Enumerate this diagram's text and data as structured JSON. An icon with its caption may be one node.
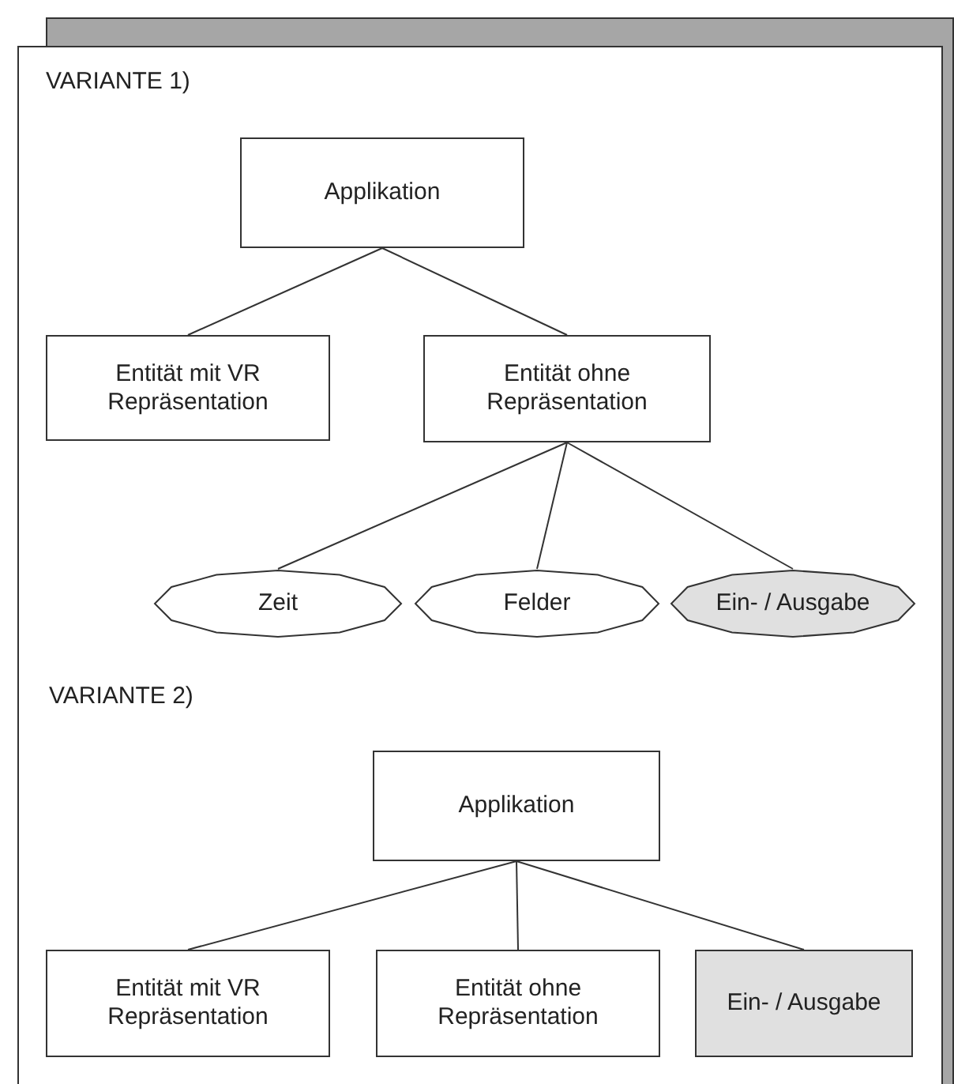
{
  "diagram": {
    "nodes": [
      {
        "text": [
          "Applikation"
        ]
      },
      {
        "text": [
          "Entität mit VR Repräsentation"
        ]
      },
      {
        "text": [
          "Entität ohne Repräsentation"
        ]
      },
      {
        "text": [
          "Zeit"
        ]
      },
      {
        "text": [
          "Felder"
        ]
      },
      {
        "text": [
          "Ein- / Ausgabe"
        ]
      },
      {
        "text": [
          "Applikation"
        ]
      },
      {
        "text": [
          "Entität mit VR Repräsentation"
        ]
      },
      {
        "text": [
          "Entität ohne Repräsentation"
        ]
      },
      {
        "text": [
          "Ein- / Ausgabe"
        ]
      }
    ],
    "edges": [
      {
        "from": 0,
        "to": 1,
        "arrow": "none"
      },
      {
        "from": 0,
        "to": 2,
        "arrow": "none"
      },
      {
        "from": 2,
        "to": 3,
        "arrow": "none"
      },
      {
        "from": 2,
        "to": 4,
        "arrow": "none"
      },
      {
        "from": 2,
        "to": 5,
        "arrow": "none"
      },
      {
        "from": 6,
        "to": 7,
        "arrow": "none"
      },
      {
        "from": 6,
        "to": 8,
        "arrow": "none"
      },
      {
        "from": 6,
        "to": 9,
        "arrow": "none"
      }
    ],
    "labels": [
      "VARIANTE 1)",
      "VARIANTE 2)"
    ]
  }
}
